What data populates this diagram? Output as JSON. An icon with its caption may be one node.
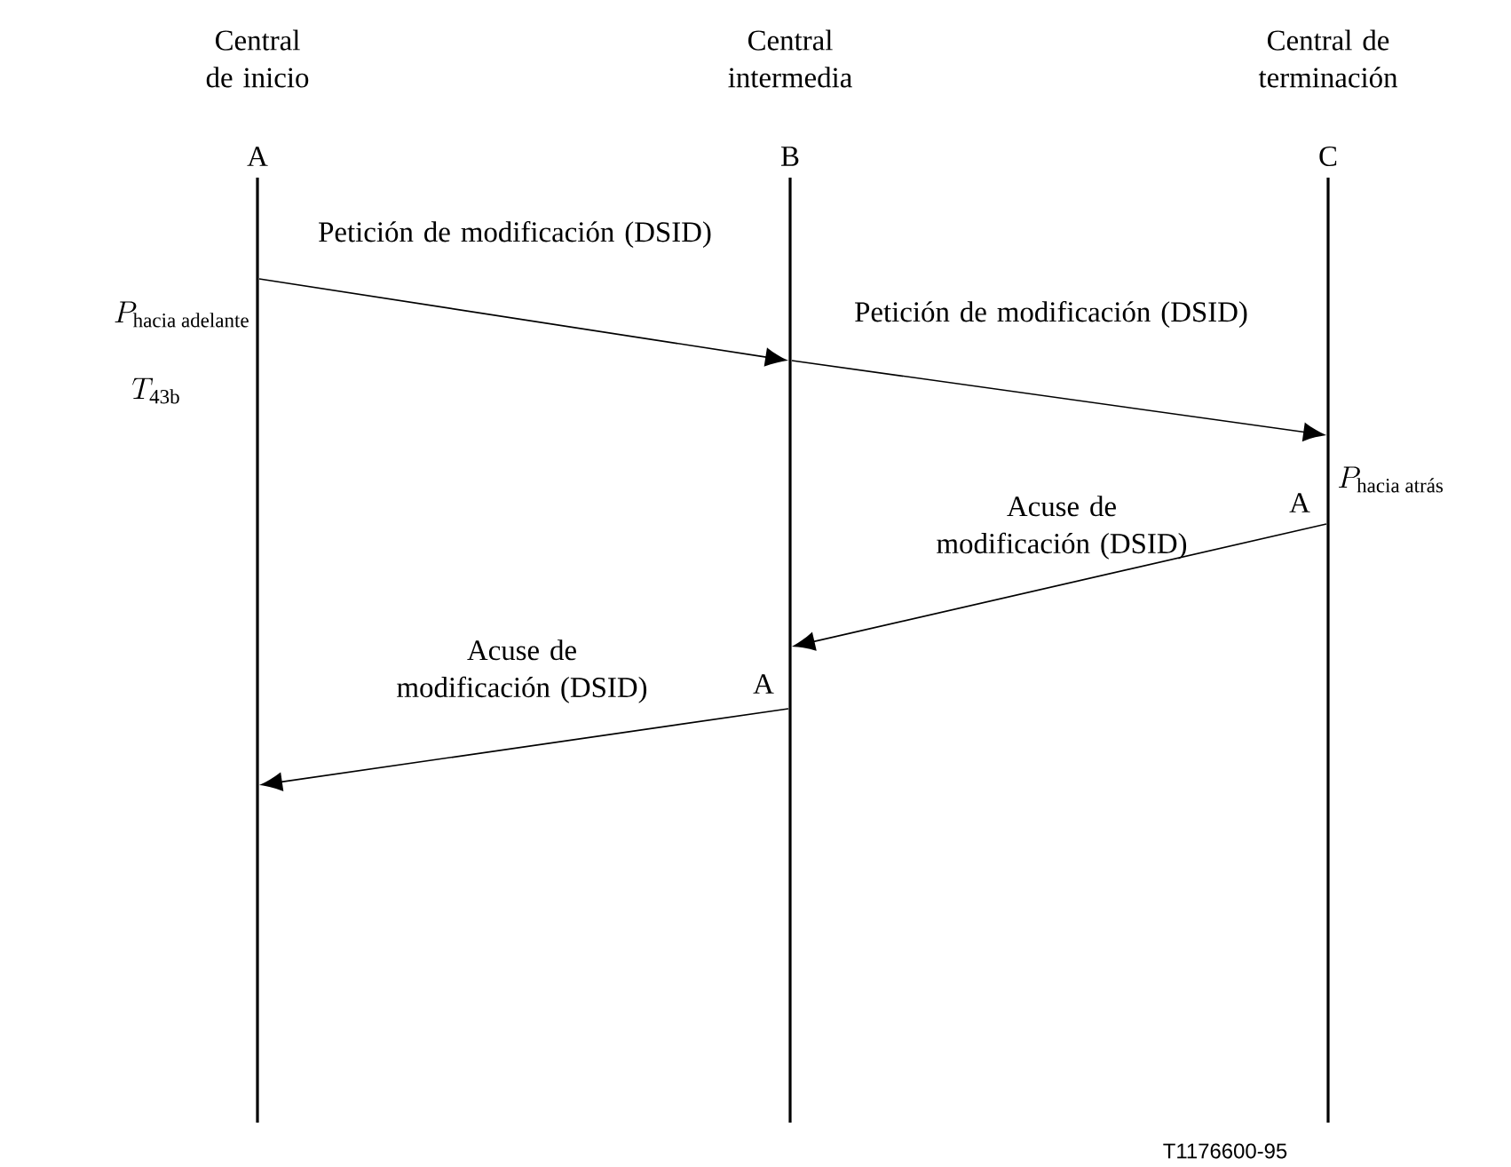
{
  "diagram": {
    "nodes": [
      {
        "text": [
          "Central de inicio",
          "A"
        ],
        "beside": [
          "P_{\\text{hacia adelante}}",
          "T_{\\text{43b}}"
        ]
      },
      {
        "text": [
          "Central intermedia",
          "B"
        ]
      },
      {
        "text": [
          "Central de terminación",
          "C"
        ],
        "beside": [
          "P_{\\text{hacia atrás}}"
        ]
      }
    ],
    "edges": [
      {
        "from": 0,
        "to": 1,
        "arrow": "to",
        "label": "Petición de modificación (DSID)"
      },
      {
        "from": 1,
        "to": 2,
        "arrow": "to",
        "label": "Petición de modificación (DSID)"
      },
      {
        "from": 2,
        "to": 1,
        "arrow": "to",
        "label": "Acuse de modificación (DSID)"
      },
      {
        "from": 1,
        "to": 0,
        "arrow": "to",
        "label": "Acuse de modificación (DSID)"
      }
    ],
    "labels": [
      "A",
      "A",
      "T1176600-95"
    ]
  }
}
